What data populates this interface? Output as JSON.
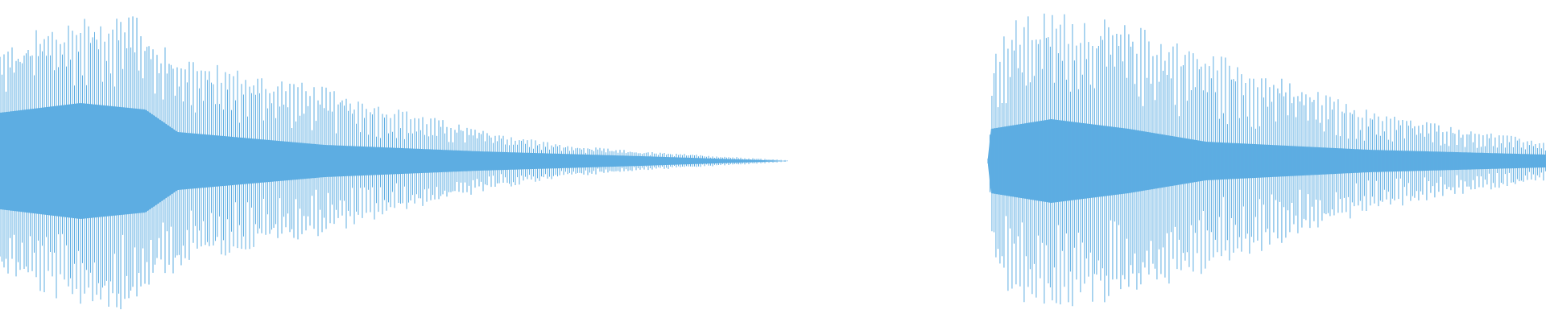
{
  "waveform": {
    "color": "#5DADE2",
    "background": "#FFFFFF",
    "segments": [
      {
        "peak_envelope": [
          [
            0.0,
            0.7
          ],
          [
            0.03,
            0.85
          ],
          [
            0.088,
            0.97
          ],
          [
            0.096,
            0.8
          ],
          [
            0.13,
            0.62
          ],
          [
            0.21,
            0.46
          ],
          [
            0.26,
            0.32
          ],
          [
            0.31,
            0.2
          ],
          [
            0.365,
            0.1
          ],
          [
            0.415,
            0.06
          ],
          [
            0.51,
            0.005
          ]
        ],
        "core_envelope": [
          [
            0.0,
            0.3
          ],
          [
            0.052,
            0.36
          ],
          [
            0.094,
            0.32
          ],
          [
            0.115,
            0.18
          ],
          [
            0.21,
            0.1
          ],
          [
            0.31,
            0.06
          ],
          [
            0.415,
            0.03
          ],
          [
            0.51,
            0.0
          ]
        ]
      },
      {
        "peak_envelope": [
          [
            0.639,
            0.02
          ],
          [
            0.643,
            0.7
          ],
          [
            0.656,
            0.88
          ],
          [
            0.68,
            0.94
          ],
          [
            0.73,
            0.86
          ],
          [
            0.78,
            0.7
          ],
          [
            0.833,
            0.5
          ],
          [
            0.885,
            0.32
          ],
          [
            0.9375,
            0.22
          ],
          [
            1.0,
            0.12
          ]
        ],
        "core_envelope": [
          [
            0.639,
            0.02
          ],
          [
            0.641,
            0.2
          ],
          [
            0.68,
            0.26
          ],
          [
            0.73,
            0.2
          ],
          [
            0.78,
            0.12
          ],
          [
            0.885,
            0.07
          ],
          [
            1.0,
            0.04
          ]
        ]
      }
    ]
  }
}
